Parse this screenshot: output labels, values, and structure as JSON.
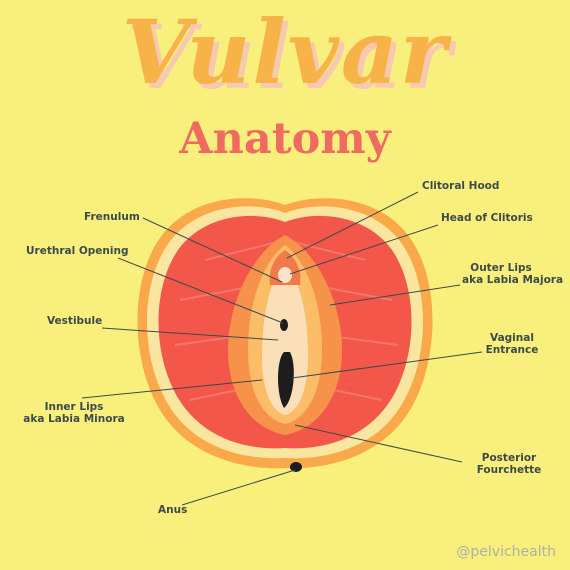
{
  "title": "Vulvar",
  "subtitle": "Anatomy",
  "credit": "@pelvichealth",
  "colors": {
    "background": "#f9ef7c",
    "title": "#f7b347",
    "subtitle": "#ef6b61",
    "label_text": "#3b4b4a"
  },
  "labels": {
    "clitoral_hood": "Clitoral Hood",
    "head_of_clitoris": "Head of Clitoris",
    "frenulum": "Frenulum",
    "urethral_opening": "Urethral Opening",
    "outer_lips_line1": "Outer Lips",
    "outer_lips_line2": "aka Labia Majora",
    "vestibule": "Vestibule",
    "vaginal_entrance_line1": "Vaginal",
    "vaginal_entrance_line2": "Entrance",
    "inner_lips_line1": "Inner Lips",
    "inner_lips_line2": "aka Labia Minora",
    "posterior_fourchette_line1": "Posterior",
    "posterior_fourchette_line2": "Fourchette",
    "anus": "Anus"
  }
}
